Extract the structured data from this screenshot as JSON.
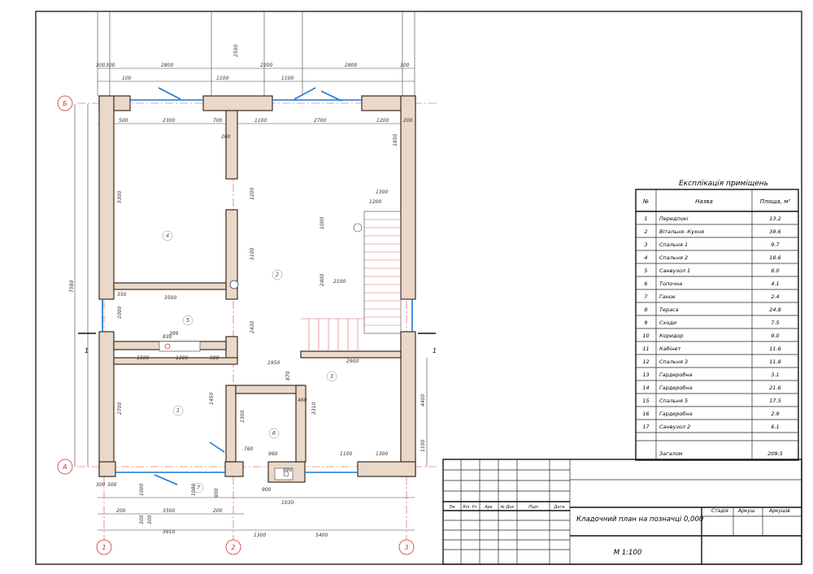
{
  "explication": {
    "title": "Експлікація приміщень",
    "headers": {
      "num": "№",
      "name": "Назва",
      "area": "Площа, м²"
    },
    "rows": [
      {
        "num": "1",
        "name": "Передпокі",
        "area": "13.2"
      },
      {
        "num": "2",
        "name": "Вітальня -Кухня",
        "area": "39.6"
      },
      {
        "num": "3",
        "name": "Спальня  1",
        "area": "9.7"
      },
      {
        "num": "4",
        "name": "Спальня  2",
        "area": "18.6"
      },
      {
        "num": "5",
        "name": "Санвузол  1",
        "area": "6.0"
      },
      {
        "num": "6",
        "name": "Топочна",
        "area": "4.1"
      },
      {
        "num": "7",
        "name": "Ганок",
        "area": "2.4"
      },
      {
        "num": "8",
        "name": "Тераса",
        "area": "24.8"
      },
      {
        "num": "9",
        "name": "Сходи",
        "area": "7.5"
      },
      {
        "num": "10",
        "name": "Коридор",
        "area": "9.0"
      },
      {
        "num": "11",
        "name": "Кабінет",
        "area": "11.6"
      },
      {
        "num": "12",
        "name": "Спальня 3",
        "area": "11.8"
      },
      {
        "num": "13",
        "name": "Гардеробна",
        "area": "3.1"
      },
      {
        "num": "14",
        "name": "Гардеробна",
        "area": "21.6"
      },
      {
        "num": "15",
        "name": "Спальня 5",
        "area": "17.5"
      },
      {
        "num": "16",
        "name": "Гардеробна",
        "area": "2.9"
      },
      {
        "num": "17",
        "name": "Санвузол  2",
        "area": "6.1"
      }
    ],
    "total_label": "Загалом",
    "total_area": "209.5"
  },
  "title_block": {
    "col_headers": [
      "Зм",
      "Кіл. Уч",
      "Арк",
      "№ Док",
      "Підп",
      "Дата"
    ],
    "drawing_title": "Кладочний план на позначці  0,000",
    "stage_header": "Стадія",
    "sheet_header": "Аркуш",
    "sheets_header": "Аркушів",
    "scale": "М  1:100"
  },
  "plan": {
    "axes": {
      "a": "А",
      "b": "Б",
      "c1": "1",
      "c2": "2",
      "c3": "3"
    },
    "section_mark": "1",
    "rooms": [
      "1",
      "2",
      "3",
      "4",
      "5",
      "6",
      "7"
    ],
    "dims": {
      "top_outer": [
        "300",
        "300",
        "2800",
        "2500",
        "2200",
        "2800",
        "300"
      ],
      "top_mid": [
        "100",
        "1100",
        "1100"
      ],
      "top_inner": [
        "500",
        "2300",
        "700",
        "1100",
        "2700",
        "1200",
        "200"
      ],
      "left_total": "7580",
      "left_v": [
        "5300",
        "1000",
        "2700"
      ],
      "bottom_row1": [
        "300",
        "300",
        "1000",
        "1000",
        "900",
        "900",
        "1030"
      ],
      "bottom_row2": [
        "200",
        "3500",
        "200",
        "300",
        "300"
      ],
      "bottom_axes": [
        "3910",
        "1300",
        "5400"
      ],
      "right_v": [
        "1850",
        "4400",
        "1100"
      ],
      "interior": [
        "3500",
        "1500",
        "1200",
        "900",
        "1950",
        "2900",
        "1100",
        "1300",
        "3310",
        "2400",
        "2100",
        "1300",
        "1000",
        "1200",
        "350",
        "3100",
        "1200",
        "2430",
        "1450",
        "1300",
        "960",
        "990",
        "399",
        "460",
        "260",
        "870",
        "760",
        "830"
      ]
    }
  }
}
